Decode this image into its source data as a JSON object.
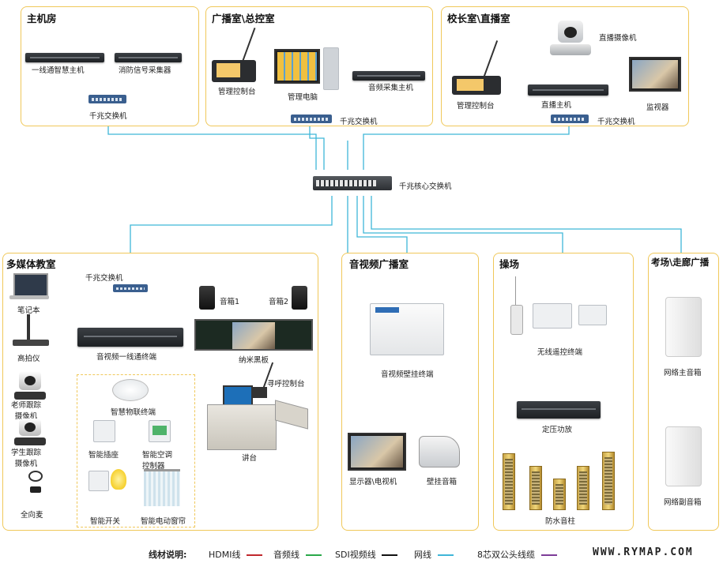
{
  "colors": {
    "panel_border": "#f0c85a",
    "hdmi": "#c0282d",
    "audio": "#2aa84a",
    "sdi": "#111111",
    "network": "#3fb6d8",
    "cable8": "#7d3c98"
  },
  "panels": {
    "main_room": "主机房",
    "broadcast_room": "广播室\\总控室",
    "principal_room": "校长室\\直播室",
    "multimedia": "多媒体教室",
    "av_room": "音视频广播室",
    "playground": "操场",
    "exam_corridor": "考场\\走廊广播"
  },
  "labels": {
    "yixian_host": "一线通智慧主机",
    "fire_collector": "消防信号采集器",
    "gigabit_switch": "千兆交换机",
    "mgmt_console": "管理控制台",
    "mgmt_pc": "管理电脑",
    "audio_collector": "音频采集主机",
    "live_camera": "直播摄像机",
    "live_host": "直播主机",
    "monitor": "监视器",
    "core_switch": "千兆核心交换机",
    "laptop": "笔记本",
    "doc_camera": "高拍仪",
    "teacher_cam": "老师跟踪\n摄像机",
    "student_cam": "学生跟踪\n摄像机",
    "omni_mic": "全向麦",
    "speaker1": "音箱1",
    "speaker2": "音箱2",
    "av_terminal": "音视频一线通终端",
    "nano_board": "纳米黑板",
    "iot_terminal": "智慧物联终端",
    "smart_socket": "智能插座",
    "smart_ac": "智能空调\n控制器",
    "smart_switch": "智能开关",
    "smart_curtain": "智能电动窗帘",
    "paging_console": "寻呼控制台",
    "podium": "讲台",
    "wall_terminal": "音视频壁挂终端",
    "display_tv": "显示器\\电视机",
    "wall_speaker": "壁挂音箱",
    "wireless_remote": "无线遥控终端",
    "amp": "定压功放",
    "waterproof_col": "防水音柱",
    "net_main_spk": "网络主音箱",
    "net_sub_spk": "网络副音箱"
  },
  "legend": {
    "title": "线材说明:",
    "items": [
      {
        "name": "HDMI线",
        "color": "#c0282d"
      },
      {
        "name": "音频线",
        "color": "#2aa84a"
      },
      {
        "name": "SDI视频线",
        "color": "#111111"
      },
      {
        "name": "网线",
        "color": "#3fb6d8"
      },
      {
        "name": "8芯双公头线缆",
        "color": "#7d3c98"
      }
    ]
  },
  "footer": "WWW.RYMAP.COM"
}
